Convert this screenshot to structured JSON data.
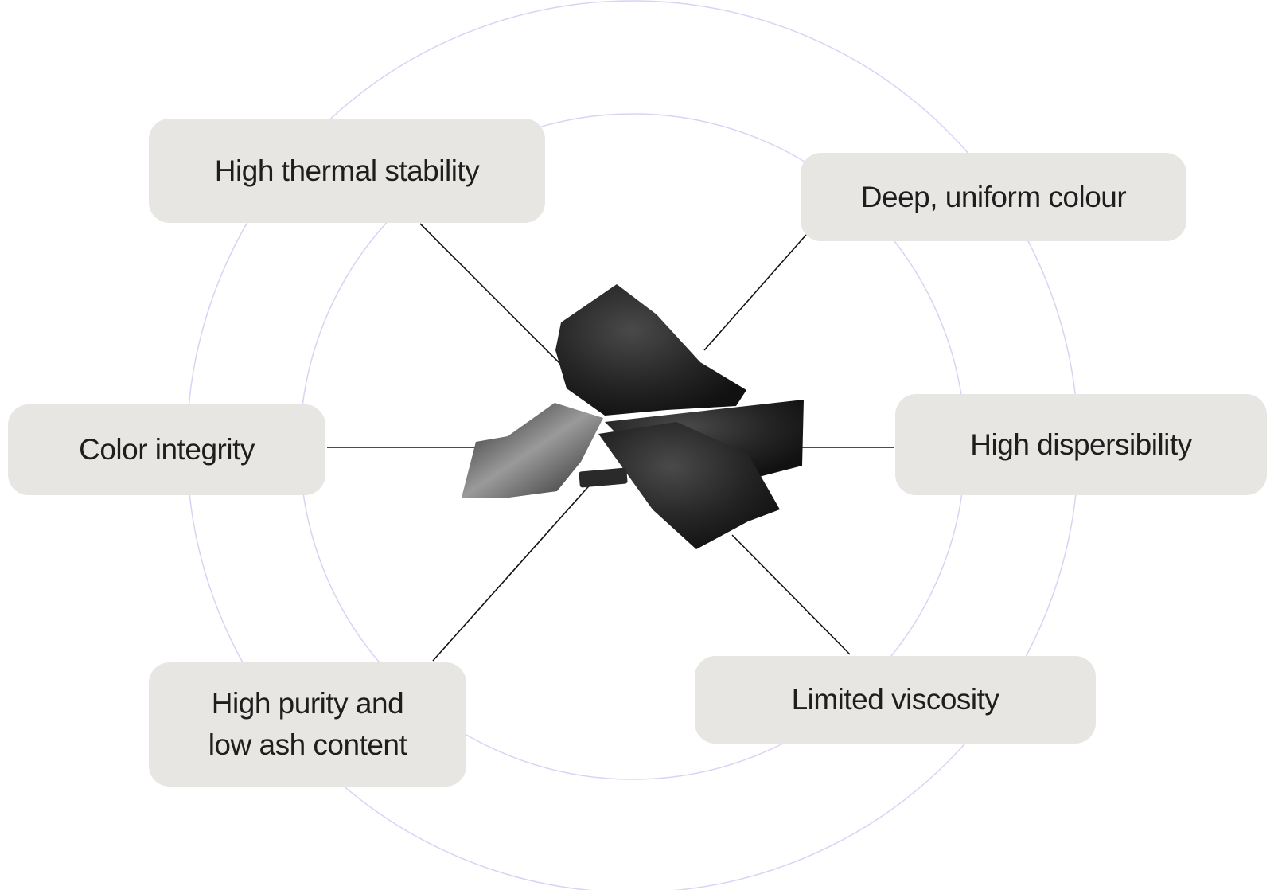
{
  "diagram": {
    "center_image": "charcoal-pieces",
    "properties": [
      {
        "label": "High thermal stability"
      },
      {
        "label": "Deep, uniform colour"
      },
      {
        "label": "Color integrity"
      },
      {
        "label": "High dispersibility"
      },
      {
        "label": "High purity and\nlow ash content"
      },
      {
        "label": "Limited viscosity"
      }
    ],
    "colors": {
      "ring": "#d8d3f4",
      "box": "#e8e6e2",
      "text": "#1e1e1e",
      "connector": "#111111"
    }
  }
}
